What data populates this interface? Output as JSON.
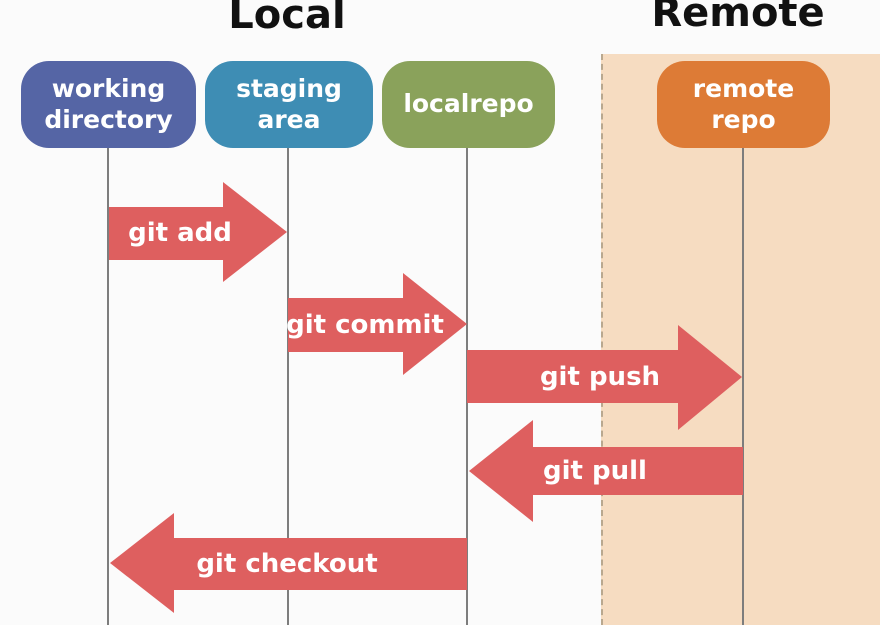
{
  "diagram": {
    "sections": [
      {
        "id": "local",
        "title": "Local"
      },
      {
        "id": "remote",
        "title": "Remote"
      }
    ],
    "nodes": [
      {
        "id": "working-directory",
        "label": "working\ndirectory",
        "color": "#5565a5"
      },
      {
        "id": "staging-area",
        "label": "staging\narea",
        "color": "#3e8db4"
      },
      {
        "id": "localrepo",
        "label": "localrepo",
        "color": "#8aa25b"
      },
      {
        "id": "remote-repo",
        "label": "remote\nrepo",
        "color": "#dd7b36"
      }
    ],
    "arrows": [
      {
        "id": "git-add",
        "label": "git add",
        "from": "working-directory",
        "to": "staging-area",
        "direction": "right"
      },
      {
        "id": "git-commit",
        "label": "git commit",
        "from": "staging-area",
        "to": "localrepo",
        "direction": "right"
      },
      {
        "id": "git-push",
        "label": "git push",
        "from": "localrepo",
        "to": "remote-repo",
        "direction": "right"
      },
      {
        "id": "git-pull",
        "label": "git pull",
        "from": "remote-repo",
        "to": "localrepo",
        "direction": "left"
      },
      {
        "id": "git-checkout",
        "label": "git checkout",
        "from": "localrepo",
        "to": "working-directory",
        "direction": "left"
      }
    ],
    "colors": {
      "arrow": "#de5f5f",
      "remote_background": "#f6dcc1",
      "remote_border_dashed": "#b9a88f",
      "lifeline": "#7d7d7d",
      "page_background": "#fbfbfb",
      "title_text": "#111111",
      "node_text": "#ffffff"
    }
  }
}
